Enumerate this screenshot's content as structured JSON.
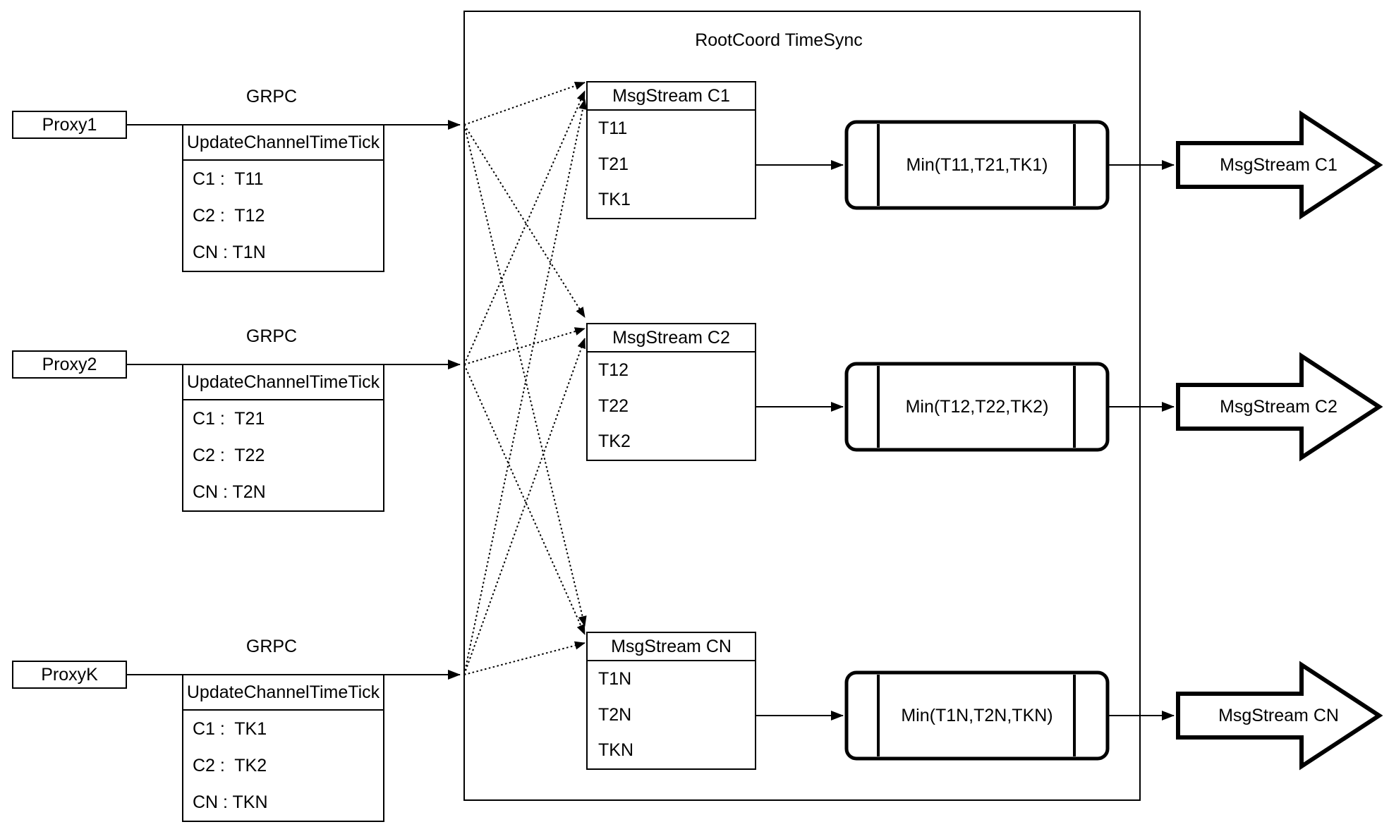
{
  "title": "RootCoord TimeSync",
  "grpc_label": "GRPC",
  "update_table_header": "UpdateChannelTimeTick",
  "proxies": [
    {
      "label": "Proxy1",
      "rows": [
        "C1 :  T11",
        "C2 :  T12",
        "CN : T1N"
      ]
    },
    {
      "label": "Proxy2",
      "rows": [
        "C1 :  T21",
        "C2 :  T22",
        "CN : T2N"
      ]
    },
    {
      "label": "ProxyK",
      "rows": [
        "C1 :  TK1",
        "C2 :  TK2",
        "CN : TKN"
      ]
    }
  ],
  "streams": [
    {
      "header": "MsgStream C1",
      "rows": [
        "T11",
        "T21",
        "TK1"
      ],
      "min_label": "Min(T11,T21,TK1)",
      "out_label": "MsgStream C1"
    },
    {
      "header": "MsgStream C2",
      "rows": [
        "T12",
        "T22",
        "TK2"
      ],
      "min_label": "Min(T12,T22,TK2)",
      "out_label": "MsgStream C2"
    },
    {
      "header": "MsgStream CN",
      "rows": [
        "T1N",
        "T2N",
        "TKN"
      ],
      "min_label": "Min(T1N,T2N,TKN)",
      "out_label": "MsgStream CN"
    }
  ],
  "colors": {
    "stroke": "#000000",
    "background": "#ffffff"
  }
}
